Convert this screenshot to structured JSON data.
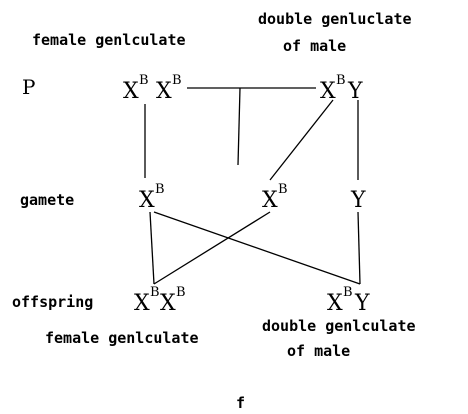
{
  "labels": {
    "p_female_title": "female genlculate",
    "p_male_title_line1": "double genluclate",
    "p_male_title_line2": "of male",
    "generation_p": "P",
    "generation_gamete": "gamete",
    "generation_offspring": "offspring",
    "offspring_female_title": "female genlculate",
    "offspring_male_title_line1": "double genlculate",
    "offspring_male_title_line2": "of male",
    "caption": "f"
  },
  "genotypes": {
    "x": "X",
    "b": "B",
    "y": "Y"
  }
}
